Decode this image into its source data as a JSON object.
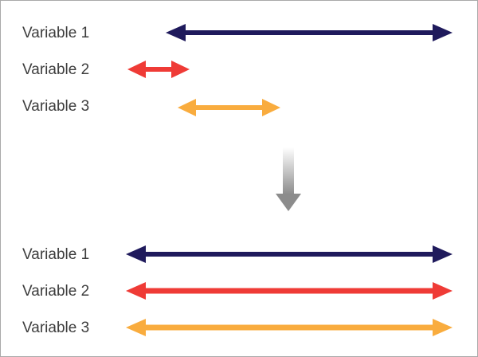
{
  "before": {
    "rows": [
      {
        "label": "Variable 1",
        "color": "#1f1a5c"
      },
      {
        "label": "Variable 2",
        "color": "#ef3b36"
      },
      {
        "label": "Variable 3",
        "color": "#f9ac3e"
      }
    ]
  },
  "transition": {
    "icon": "down-arrow-icon",
    "color": "#8c8c8c"
  },
  "after": {
    "rows": [
      {
        "label": "Variable 1",
        "color": "#1f1a5c"
      },
      {
        "label": "Variable 2",
        "color": "#ef3b36"
      },
      {
        "label": "Variable 3",
        "color": "#f9ac3e"
      }
    ]
  }
}
